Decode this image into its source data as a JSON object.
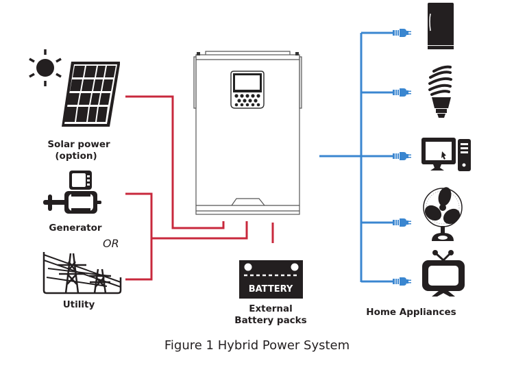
{
  "figure": {
    "caption": "Figure 1 Hybrid Power System",
    "colors": {
      "ac_input_wire": "#c8283c",
      "ac_output_wire": "#3a86d0",
      "icon": "#231f20"
    }
  },
  "sources": {
    "solar": {
      "icon": "solar-panel-icon",
      "label_line1": "Solar power",
      "label_line2": "(option)"
    },
    "generator": {
      "icon": "generator-icon",
      "label": "Generator"
    },
    "or_label": "OR",
    "utility": {
      "icon": "power-tower-icon",
      "label": "Utility"
    }
  },
  "inverter": {
    "icon": "hybrid-inverter-icon"
  },
  "battery": {
    "icon": "battery-icon",
    "icon_text": "BATTERY",
    "label_line1": "External",
    "label_line2": "Battery packs"
  },
  "appliances": {
    "label": "Home Appliances",
    "items": [
      {
        "name": "refrigerator",
        "icon": "refrigerator-icon"
      },
      {
        "name": "light bulb",
        "icon": "cfl-bulb-icon"
      },
      {
        "name": "computer",
        "icon": "desktop-computer-icon"
      },
      {
        "name": "fan",
        "icon": "fan-icon"
      },
      {
        "name": "television",
        "icon": "tv-icon"
      }
    ]
  }
}
